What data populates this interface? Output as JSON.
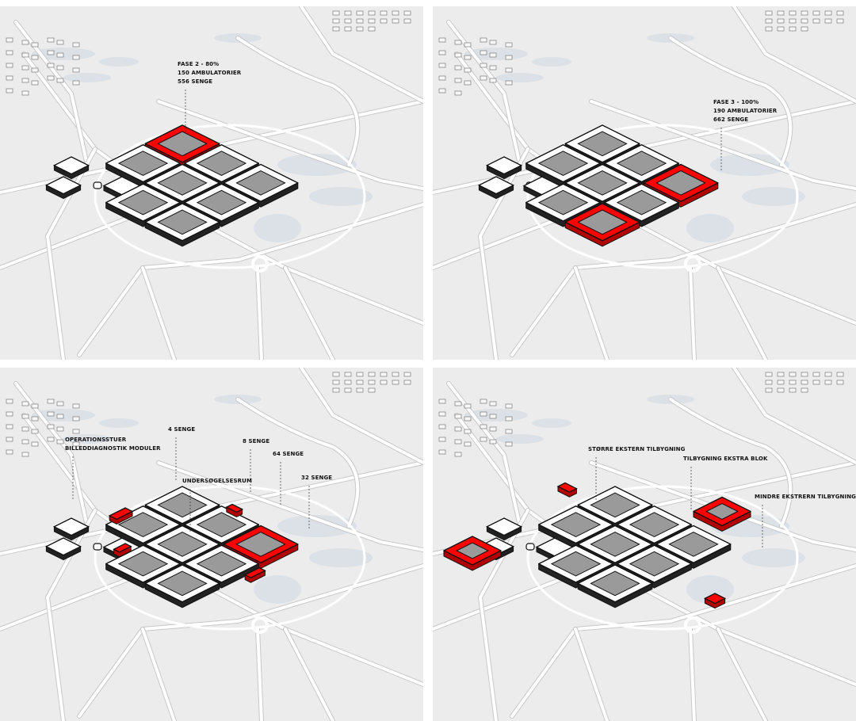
{
  "colors": {
    "highlight": "#ff0000",
    "background": "#ececec",
    "road": "#ffffff",
    "water": "#d6dde6",
    "building_fill": "#ffffff",
    "outline": "#111111"
  },
  "panels": [
    {
      "id": "phase-2",
      "labels": [
        {
          "lines": [
            "FASE 2 - 80%",
            "150 AMBULATORIER",
            "556 SENGE"
          ]
        }
      ]
    },
    {
      "id": "phase-3",
      "labels": [
        {
          "lines": [
            "FASE 3 - 100%",
            "190 AMBULATORIER",
            "662 SENGE"
          ]
        }
      ]
    },
    {
      "id": "internal-flexibility",
      "labels": [
        {
          "lines": [
            "OPERATIONSSTUER",
            "BILLEDDIAGNOSTIK MODULER"
          ]
        },
        {
          "lines": [
            "4 SENGE"
          ]
        },
        {
          "lines": [
            "8 SENGE"
          ]
        },
        {
          "lines": [
            "64 SENGE"
          ]
        },
        {
          "lines": [
            "UNDERSØGELSESRUM"
          ]
        },
        {
          "lines": [
            "32 SENGE"
          ]
        }
      ]
    },
    {
      "id": "external-extensions",
      "labels": [
        {
          "lines": [
            "STØRRE EKSTERN TILBYGNING"
          ]
        },
        {
          "lines": [
            "TILBYGNING EKSTRA BLOK"
          ]
        },
        {
          "lines": [
            "MINDRE EKSTRERN TILBYGNING"
          ]
        }
      ]
    }
  ]
}
